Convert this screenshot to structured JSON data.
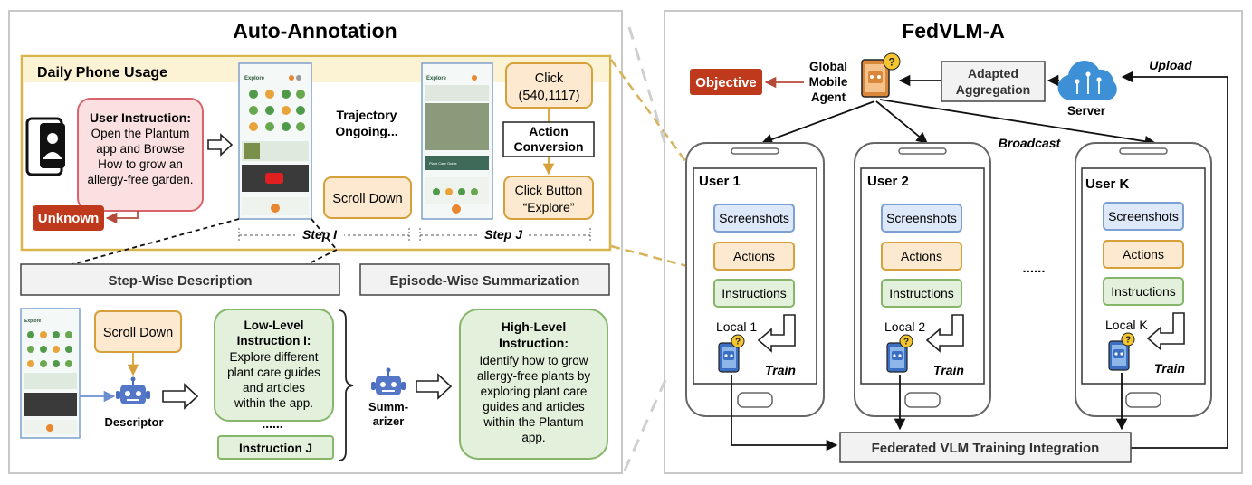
{
  "left": {
    "title": "Auto-Annotation",
    "section_label": "Daily Phone Usage",
    "user_instruction": {
      "heading": "User Instruction:",
      "lines": [
        "Open the Plantum",
        "app and Browse",
        "How to grow an",
        "allergy-free garden."
      ]
    },
    "unknown_label": "Unknown",
    "trajectory_lines": [
      "Trajectory",
      "Ongoing..."
    ],
    "scroll_down": "Scroll Down",
    "click_lines": [
      "Click",
      "(540,1117)"
    ],
    "action_conversion_lines": [
      "Action",
      "Conversion"
    ],
    "click_button_lines": [
      "Click Button",
      "“Explore”"
    ],
    "step_i": "Step I",
    "step_j": "Step J",
    "step_wise": "Step-Wise Description",
    "episode_wise": "Episode-Wise Summarization",
    "scroll_down_2": "Scroll Down",
    "descriptor": "Descriptor",
    "low_level": {
      "heading_lines": [
        "Low-Level",
        "Instruction I:"
      ],
      "body_lines": [
        "Explore different",
        "plant care guides",
        "and articles",
        "within the app."
      ]
    },
    "ellipsis": "......",
    "instruction_j": "Instruction J",
    "summarizer_lines": [
      "Summ-",
      "arizer"
    ],
    "high_level": {
      "heading_lines": [
        "High-Level",
        "Instruction:"
      ],
      "body_lines": [
        "Identify how to grow",
        "allergy-free plants by",
        "exploring plant care",
        "guides and articles",
        "within the Plantum",
        "app."
      ]
    },
    "phone_screen_title": "Explore",
    "phone_card_text": "Plant Care Guide"
  },
  "right": {
    "title": "FedVLM-A",
    "objective": "Objective",
    "global_agent_lines": [
      "Global",
      "Mobile",
      "Agent"
    ],
    "adapted_aggregation_lines": [
      "Adapted",
      "Aggregation"
    ],
    "server": "Server",
    "upload": "Upload",
    "broadcast": "Broadcast",
    "users": [
      {
        "name": "User 1",
        "local": "Local 1"
      },
      {
        "name": "User 2",
        "local": "Local 2"
      },
      {
        "name": "User K",
        "local": "Local K"
      }
    ],
    "screenshots": "Screenshots",
    "actions": "Actions",
    "instructions": "Instructions",
    "train": "Train",
    "dots": "......",
    "integration": "Federated VLM Training Integration"
  },
  "colors": {
    "gold": "#d9b44a",
    "red_dark": "#bf3a1c",
    "pink_fill": "#fbe0e1",
    "pink_stroke": "#d9636a",
    "orange_fill": "#fde9cf",
    "orange_stroke": "#d6a03a",
    "blue_fill": "#dde8f8",
    "blue_stroke": "#7c9fd4",
    "green_fill": "#e3f1dc",
    "green_stroke": "#86b66a",
    "robot_blue": "#4a6fc1",
    "server_blue": "#3d8fd6"
  }
}
